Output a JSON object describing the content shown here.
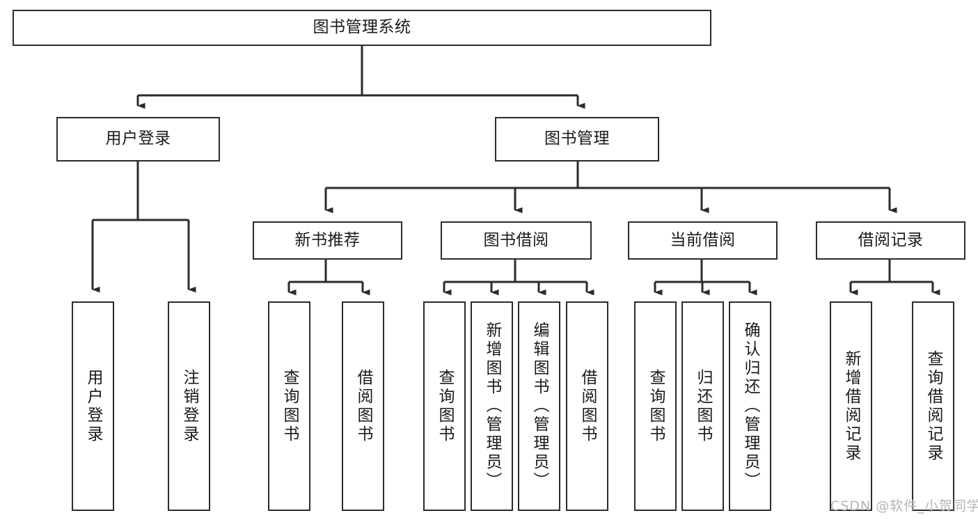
{
  "diagram": {
    "title": "图书管理系统",
    "type": "tree-hierarchy-chart",
    "watermark": "CSDN @软件_小贺同学",
    "colors": {
      "stroke": "#2b2b2b",
      "background": "#ffffff",
      "text": "#1a1a1a",
      "watermark": "#b4b4b4"
    },
    "root": {
      "id": "root",
      "label": "图书管理系统"
    },
    "level2": [
      {
        "id": "user-login",
        "label": "用户登录"
      },
      {
        "id": "book-manage",
        "label": "图书管理"
      }
    ],
    "level3": [
      {
        "id": "new-book-recommend",
        "label": "新书推荐"
      },
      {
        "id": "book-borrow",
        "label": "图书借阅"
      },
      {
        "id": "current-borrow",
        "label": "当前借阅"
      },
      {
        "id": "borrow-record",
        "label": "借阅记录"
      }
    ],
    "leaves": {
      "user-login": [
        {
          "id": "leaf-user-login",
          "label": "用户登录"
        },
        {
          "id": "leaf-logout-login",
          "label": "注销登录"
        }
      ],
      "new-book-recommend": [
        {
          "id": "leaf-query-book-1",
          "label": "查询图书"
        },
        {
          "id": "leaf-borrow-book-1",
          "label": "借阅图书"
        }
      ],
      "book-borrow": [
        {
          "id": "leaf-query-book-2",
          "label": "查询图书"
        },
        {
          "id": "leaf-add-book",
          "label": "新增图书（管理员）"
        },
        {
          "id": "leaf-edit-book",
          "label": "编辑图书（管理员）"
        },
        {
          "id": "leaf-borrow-book-2",
          "label": "借阅图书"
        }
      ],
      "current-borrow": [
        {
          "id": "leaf-query-book-3",
          "label": "查询图书"
        },
        {
          "id": "leaf-return-book",
          "label": "归还图书"
        },
        {
          "id": "leaf-confirm-return",
          "label": "确认归还（管理员）"
        }
      ],
      "borrow-record": [
        {
          "id": "leaf-add-record",
          "label": "新增借阅记录"
        },
        {
          "id": "leaf-query-record",
          "label": "查询借阅记录"
        }
      ]
    }
  }
}
